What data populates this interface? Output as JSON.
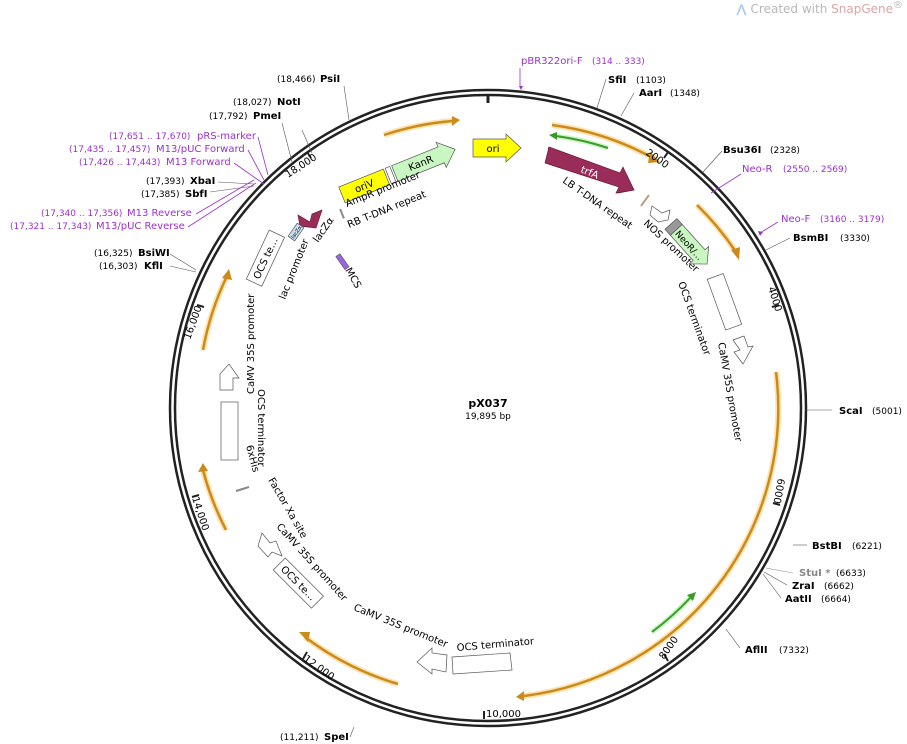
{
  "watermark": {
    "prefix": "Created with ",
    "brand": "SnapGene",
    "mark": "®"
  },
  "plasmid": {
    "name": "pX037",
    "length_label": "19,895 bp",
    "length": 19895
  },
  "ticks": [
    "2000",
    "4000",
    "6000",
    "8000",
    "10,000",
    "12,000",
    "14,000",
    "16,000",
    "18,000"
  ],
  "sites": [
    {
      "name": "PsiI",
      "pos": "(18,466)"
    },
    {
      "name": "NotI",
      "pos": "(18,027)"
    },
    {
      "name": "PmeI",
      "pos": "(17,792)"
    },
    {
      "name": "XbaI",
      "pos": "(17,393)"
    },
    {
      "name": "SbfI",
      "pos": "(17,385)"
    },
    {
      "name": "BsiWI",
      "pos": "(16,325)"
    },
    {
      "name": "KflI",
      "pos": "(16,303)"
    },
    {
      "name": "SpeI",
      "pos": "(11,211)"
    },
    {
      "name": "SfiI",
      "pos": "(1103)"
    },
    {
      "name": "AarI",
      "pos": "(1348)"
    },
    {
      "name": "Bsu36I",
      "pos": "(2328)"
    },
    {
      "name": "BsmBI",
      "pos": "(3330)"
    },
    {
      "name": "ScaI",
      "pos": "(5001)"
    },
    {
      "name": "BstBI",
      "pos": "(6221)"
    },
    {
      "name": "StuI *",
      "pos": "(6633)"
    },
    {
      "name": "ZraI",
      "pos": "(6662)"
    },
    {
      "name": "AatII",
      "pos": "(6664)"
    },
    {
      "name": "AflII",
      "pos": "(7332)"
    }
  ],
  "primers": [
    {
      "name": "pBR322ori-F",
      "pos": "(314 .. 333)"
    },
    {
      "name": "Neo-R",
      "pos": "(2550 .. 2569)"
    },
    {
      "name": "Neo-F",
      "pos": "(3160 .. 3179)"
    },
    {
      "name": "pRS-marker",
      "pos": "(17,651 .. 17,670)"
    },
    {
      "name": "M13/pUC Forward",
      "pos": "(17,435 .. 17,457)"
    },
    {
      "name": "M13 Forward",
      "pos": "(17,426 .. 17,443)"
    },
    {
      "name": "M13 Reverse",
      "pos": "(17,340 .. 17,356)"
    },
    {
      "name": "M13/pUC Reverse",
      "pos": "(17,321 .. 17,343)"
    }
  ],
  "features": {
    "ori": "ori",
    "oriV": "oriV",
    "KanR": "KanR",
    "trfA": "trfA",
    "NeoR": "NeoR/…",
    "lacZ_box": "lacZα",
    "OCS_te_box_left": "OCS te…",
    "OCS_te_box_bottom": "OCS te…",
    "LB_T_DNA_repeat": "LB T-DNA repeat",
    "NOS_promoter": "NOS promoter",
    "OCS_terminator_right": "OCS terminator",
    "CaMV_35S_promoter_right": "CaMV 35S promoter",
    "AmpR_promoter": "AmpR promoter",
    "RB_T_DNA_repeat": "RB T-DNA repeat",
    "lacZa": "lacZα",
    "lac_promoter": "lac promoter",
    "MCS": "MCS",
    "CaMV_35S_promoter_left": "CaMV 35S promoter",
    "OCS_terminator_left": "OCS terminator",
    "His6": "6xHis",
    "Factor_Xa_site": "Factor Xa site",
    "CaMV_35S_promoter_lowerleft": "CaMV 35S promoter",
    "CaMV_35S_promoter_bottom": "CaMV 35S promoter",
    "OCS_terminator_bottom": "OCS terminator"
  },
  "colors": {
    "backbone": "#222222",
    "orf_arrow": "#cc8a1a",
    "orf_glow": "#fde3b0",
    "green_arrow": "#3a9a2a",
    "ori_yellow": "#ffff00",
    "kanr_green": "#c9f7c1",
    "trfA_maroon": "#9a2c5a",
    "primer_purple": "#9b30d0"
  }
}
